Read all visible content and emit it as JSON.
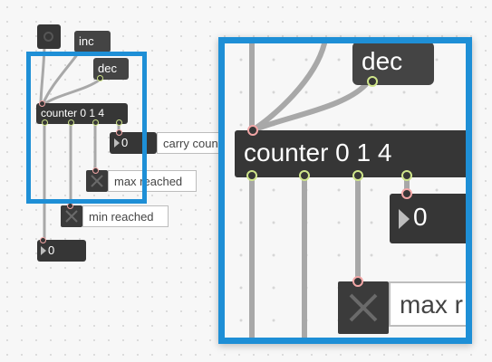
{
  "patch": {
    "inc_label": "inc",
    "dec_label": "dec",
    "counter_label": "counter 0 1 4",
    "carry_value": "0",
    "carry_comment": "carry count",
    "max_comment": "max reached",
    "min_comment": "min reached",
    "output_value": "0"
  },
  "zoom": {
    "dec_label": "dec",
    "counter_label": "counter 0 1 4",
    "carry_value": "0",
    "max_comment": "max r"
  },
  "colors": {
    "highlight": "#1e8fd6",
    "object_bg": "#363636",
    "inlet": "#f2a6a6",
    "outlet": "#cfe58a",
    "cord": "#a8a8a8"
  }
}
